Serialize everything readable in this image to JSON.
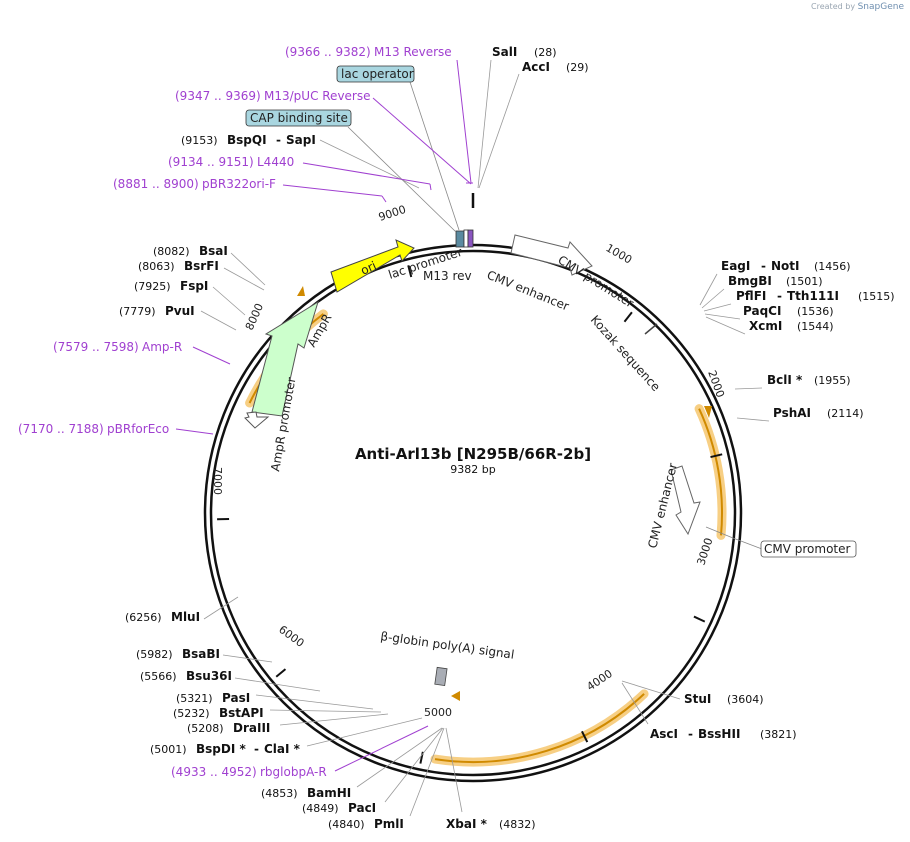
{
  "credit": {
    "prefix": "Created by",
    "brand": "SnapGene"
  },
  "plasmid": {
    "name": "Anti-Arl13b [N295B/66R-2b]",
    "length_label": "9382 bp",
    "length": 9382
  },
  "ticks": [
    "1000",
    "2000",
    "3000",
    "4000",
    "5000",
    "6000",
    "7000",
    "8000",
    "9000"
  ],
  "enzymes": [
    {
      "name": "SalI",
      "pos": "(28)"
    },
    {
      "name": "AccI",
      "pos": "(29)"
    },
    {
      "name": "EagI",
      "sep": "-",
      "name2": "NotI",
      "pos": "(1456)"
    },
    {
      "name": "BmgBI",
      "pos": "(1501)"
    },
    {
      "name": "PflFI",
      "sep": "-",
      "name2": "Tth111I",
      "pos": "(1515)"
    },
    {
      "name": "PaqCI",
      "pos": "(1536)"
    },
    {
      "name": "XcmI",
      "pos": "(1544)"
    },
    {
      "name": "BclI *",
      "pos": "(1955)"
    },
    {
      "name": "PshAI",
      "pos": "(2114)"
    },
    {
      "name": "StuI",
      "pos": "(3604)"
    },
    {
      "name": "AscI",
      "sep": "-",
      "name2": "BssHII",
      "pos": "(3821)"
    },
    {
      "name": "XbaI *",
      "pos": "(4832)"
    },
    {
      "name": "PmlI",
      "pos": "(4840)"
    },
    {
      "name": "PacI",
      "pos": "(4849)"
    },
    {
      "name": "BamHI",
      "pos": "(4853)"
    },
    {
      "name": "BspDI *",
      "sep": "-",
      "name2": "ClaI *",
      "pos": "(5001)"
    },
    {
      "name": "DraIII",
      "pos": "(5208)"
    },
    {
      "name": "BstAPI",
      "pos": "(5232)"
    },
    {
      "name": "PasI",
      "pos": "(5321)"
    },
    {
      "name": "Bsu36I",
      "pos": "(5566)"
    },
    {
      "name": "BsaBI",
      "pos": "(5982)"
    },
    {
      "name": "MluI",
      "pos": "(6256)"
    },
    {
      "name": "PvuI",
      "pos": "(7779)"
    },
    {
      "name": "FspI",
      "pos": "(7925)"
    },
    {
      "name": "BsrFI",
      "pos": "(8063)"
    },
    {
      "name": "BsaI",
      "pos": "(8082)"
    },
    {
      "name": "BspQI",
      "sep": "-",
      "name2": "SapI",
      "pos": "(9153)"
    }
  ],
  "primers": [
    {
      "range": "(9366 .. 9382)",
      "name": "M13 Reverse"
    },
    {
      "range": "(9347 .. 9369)",
      "name": "M13/pUC Reverse"
    },
    {
      "range": "(9134 .. 9151)",
      "name": "L4440"
    },
    {
      "range": "(8881 .. 8900)",
      "name": "pBR322ori-F"
    },
    {
      "range": "(7579 .. 7598)",
      "name": "Amp-R"
    },
    {
      "range": "(7170 .. 7188)",
      "name": "pBRforEco"
    },
    {
      "range": "(4933 .. 4952)",
      "name": "rbglobpA-R"
    }
  ],
  "boxed_features": [
    "lac operator",
    "CAP binding site",
    "CMV promoter"
  ],
  "features": {
    "ori": "ori",
    "lac_promoter": "lac promoter",
    "m13_rev": "M13 rev",
    "cmv_enhancer_1": "CMV enhancer",
    "cmv_promoter_1": "CMV promoter",
    "kozak": "Kozak sequence",
    "cmv_enhancer_2": "CMV enhancer",
    "globin": "β-globin poly(A) signal",
    "ampr": "AmpR",
    "ampr_promoter": "AmpR promoter"
  },
  "colors": {
    "primer": "#a040d0",
    "ori": "#ffff00",
    "ampr": "#ccffcc",
    "orf_highlight": "#f7cf84",
    "orf_arrow": "#d08a00",
    "box_fill": "#a9d6e0",
    "backbone": "#111111"
  }
}
